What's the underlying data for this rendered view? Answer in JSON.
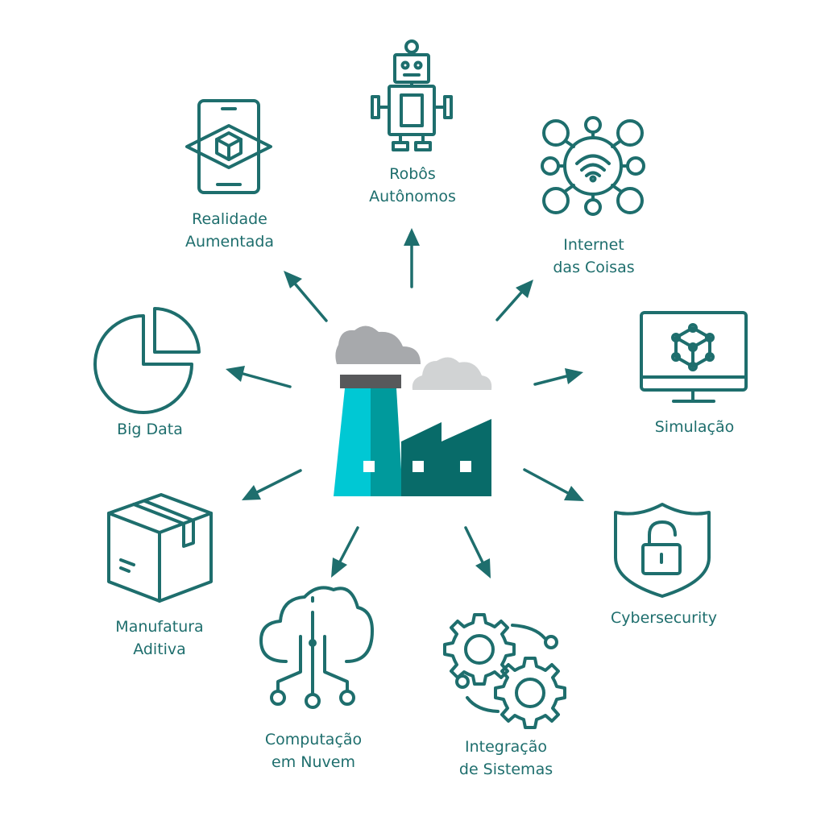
{
  "colors": {
    "teal_dark": "#1e6e6d",
    "teal_bright": "#00c8d4",
    "teal_mid": "#009a9c",
    "teal_deep": "#086b69",
    "cloud_dark": "#a7a9ac",
    "cloud_light": "#d1d3d4",
    "chimney_cap": "#58595b"
  },
  "center": {
    "icon": "factory-icon"
  },
  "nodes": [
    {
      "id": "realidade",
      "icon": "augmented-reality-icon",
      "line1": "Realidade",
      "line2": "Aumentada"
    },
    {
      "id": "robos",
      "icon": "robot-icon",
      "line1": "Robôs",
      "line2": "Autônomos"
    },
    {
      "id": "iot",
      "icon": "iot-network-icon",
      "line1": "Internet",
      "line2": "das Coisas"
    },
    {
      "id": "bigdata",
      "icon": "pie-chart-icon",
      "line1": "Big Data",
      "line2": ""
    },
    {
      "id": "simulacao",
      "icon": "monitor-cube-icon",
      "line1": "Simulação",
      "line2": ""
    },
    {
      "id": "manufatura",
      "icon": "box-icon",
      "line1": "Manufatura",
      "line2": "Aditiva"
    },
    {
      "id": "cyber",
      "icon": "shield-lock-icon",
      "line1": "Cybersecurity",
      "line2": ""
    },
    {
      "id": "nuvem",
      "icon": "cloud-circuit-icon",
      "line1": "Computação",
      "line2": "em Nuvem"
    },
    {
      "id": "integracao",
      "icon": "gears-icon",
      "line1": "Integração",
      "line2": "de Sistemas"
    }
  ]
}
